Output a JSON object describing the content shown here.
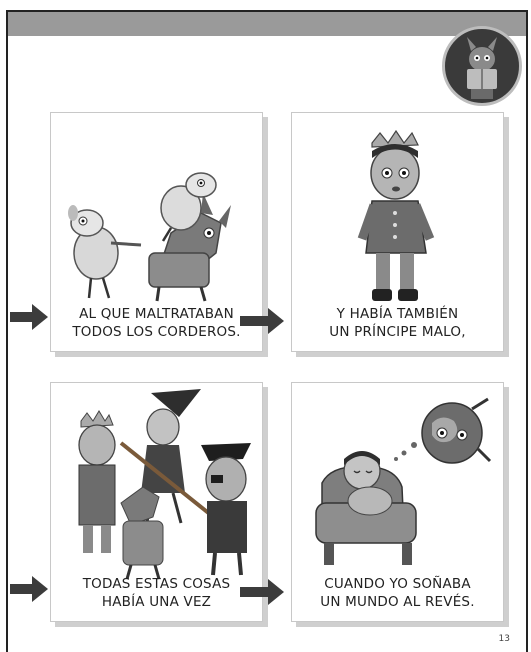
{
  "panels": [
    {
      "caption": "AL QUE MALTRATABAN\nTODOS LOS CORDEROS."
    },
    {
      "caption": "Y HABÍA TAMBIÉN\nUN PRÍNCIPE MALO,"
    },
    {
      "caption": "TODAS ESTAS COSAS\nHABÍA UNA VEZ"
    },
    {
      "caption": "CUANDO YO SOÑABA\nUN MUNDO AL REVÉS."
    }
  ],
  "page_number": "13",
  "colors": {
    "top_bar": "#9a9a9a",
    "badge": "#3a3a3a",
    "arrow": "#3c3c3c"
  }
}
